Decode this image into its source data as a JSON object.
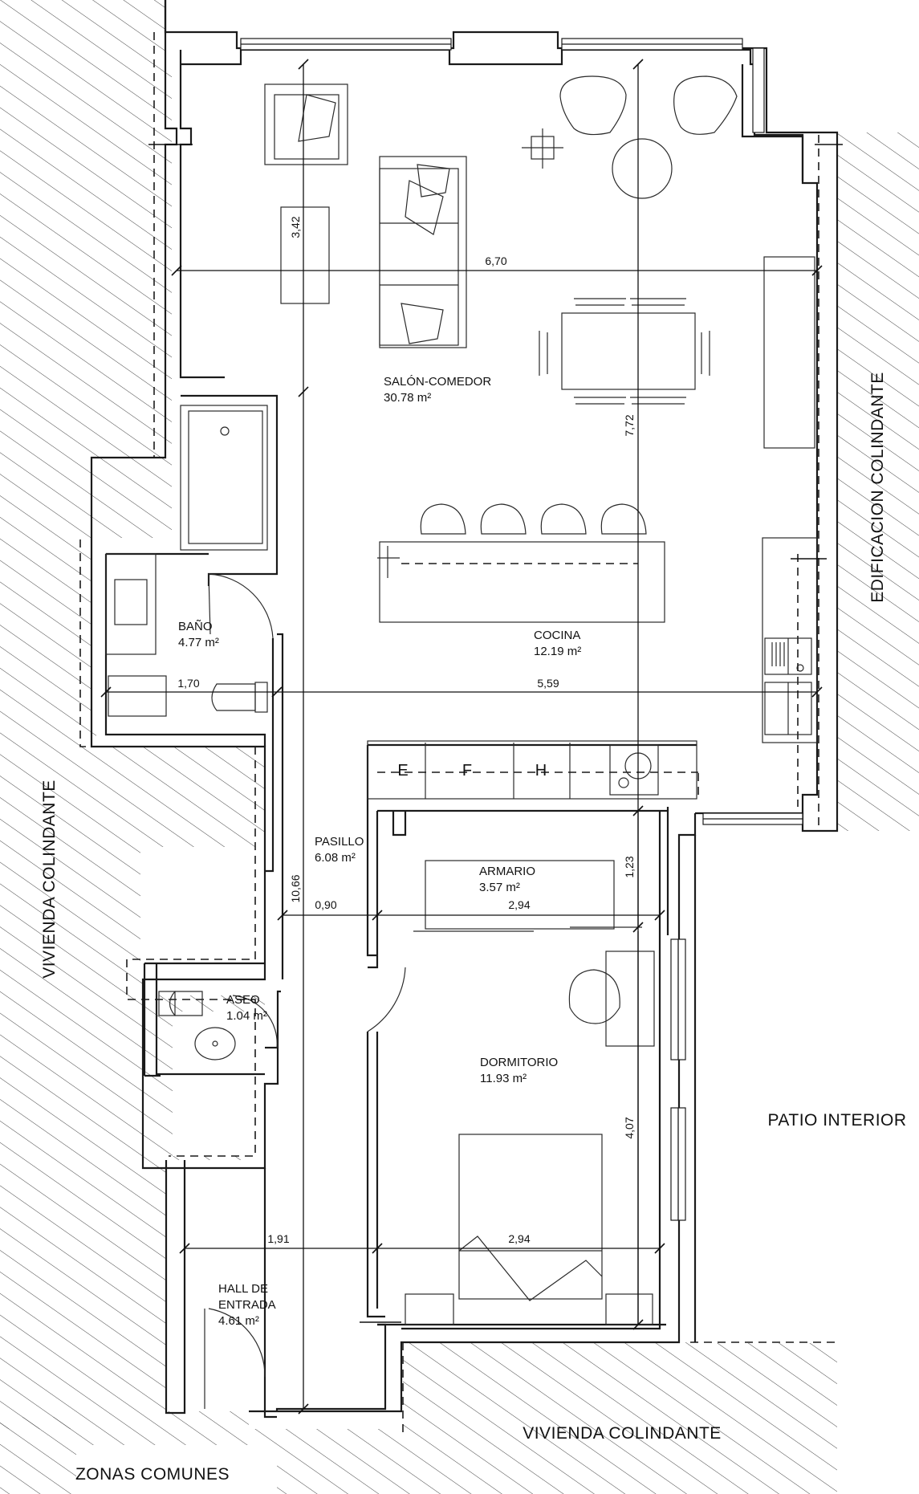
{
  "rooms": {
    "salon": {
      "name": "SALÓN-COMEDOR",
      "area": "30.78 m²"
    },
    "cocina": {
      "name": "COCINA",
      "area": "12.19 m²"
    },
    "bano": {
      "name": "BAÑO",
      "area": "4.77 m²"
    },
    "pasillo": {
      "name": "PASILLO",
      "area": "6.08 m²"
    },
    "armario": {
      "name": "ARMARIO",
      "area": "3.57 m²"
    },
    "aseo": {
      "name": "ASEO",
      "area": "1.04 m²"
    },
    "dormitorio": {
      "name": "DORMITORIO",
      "area": "11.93 m²"
    },
    "hall": {
      "name_line1": "HALL DE",
      "name_line2": "ENTRADA",
      "area": "4.61 m²"
    }
  },
  "dimensions": {
    "salon_width": "6,70",
    "salon_height": "3,42",
    "living_depth": "7,72",
    "bano_width": "1,70",
    "cocina_width": "5,59",
    "total_length": "10,66",
    "pasillo_width": "0,90",
    "armario_width": "2,94",
    "armario_depth": "1,23",
    "hall_width": "1,91",
    "dormitorio_width": "2,94",
    "dormitorio_depth": "4,07"
  },
  "kitchen_labels": [
    "E",
    "F",
    "H"
  ],
  "surroundings": {
    "left": "VIVIENDA COLINDANTE",
    "right": "EDIFICACION COLINDANTE",
    "patio": "PATIO INTERIOR",
    "bottom": "VIVIENDA COLINDANTE",
    "common": "ZONAS COMUNES"
  }
}
